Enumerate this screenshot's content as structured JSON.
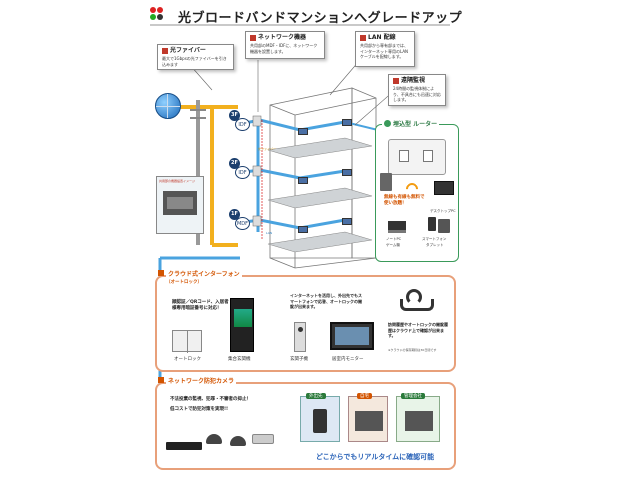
{
  "title": "光ブロードバンドマンションへグレードアップ",
  "callouts": {
    "fiber": {
      "heading": "光ファイバー",
      "text": "最大で1Gbpsの光ファイバーを引き込みます"
    },
    "network": {
      "heading": "ネットワーク機器",
      "text": "共用部のMDF・IDFに、ネットワーク機器を設置します。"
    },
    "lan": {
      "heading": "LAN 配線",
      "text": "共用部から専有部までは、インターネット専用のLANケーブルを配線します。"
    },
    "remote": {
      "heading": "遠隔監視",
      "text": "24時間の監視体制により、不具合にも迅速に対応します。"
    }
  },
  "building": {
    "floors": [
      "3F",
      "2F",
      "1F"
    ],
    "closets": [
      "IDF",
      "IDF",
      "MDF"
    ],
    "equipment_image_label": "共用部の機器設置イメージ",
    "fiber_label": "光ファイバー",
    "lan_label": "LAN"
  },
  "outlet": {
    "heading": "埋込型 ルーター",
    "note": "無線も有線も無料で使い放題！",
    "devices": [
      "デスクトップPC",
      "ノートPC",
      "ゲーム機",
      "スマートフォン",
      "タブレット"
    ]
  },
  "intercom": {
    "title": "クラウド式インターフォン",
    "subtitle": "（オートロック）",
    "feature_text": "顔認証／QRコード、入居者様専用暗証番号に対応！",
    "remote_text": "インターネットを活用し、外出先でもスマートフォンで応答、オートロックの開錠が出来ます。",
    "cloud_text": "訪問履歴やオートロックの開錠履歴はクラウド上で確認が出来ます。",
    "cloud_note": "※クラウドの保存期間は30日間です",
    "items": [
      "オートロック",
      "集合玄関機",
      "玄関子機",
      "居室内モニター"
    ]
  },
  "camera": {
    "title": "ネットワーク防犯カメラ",
    "feature_text": "不法投棄の監視、犯罪・不審者の抑止！",
    "cost_text": "低コストで防犯対策を実現!!",
    "places": [
      "外出先",
      "自宅",
      "管理会社"
    ],
    "footer": "どこからでもリアルタイムに確認可能"
  },
  "colors": {
    "fiber": "#f2b01e",
    "lan": "#4aa3df",
    "accent": "#d35400",
    "section_border": "#e8a07a"
  }
}
